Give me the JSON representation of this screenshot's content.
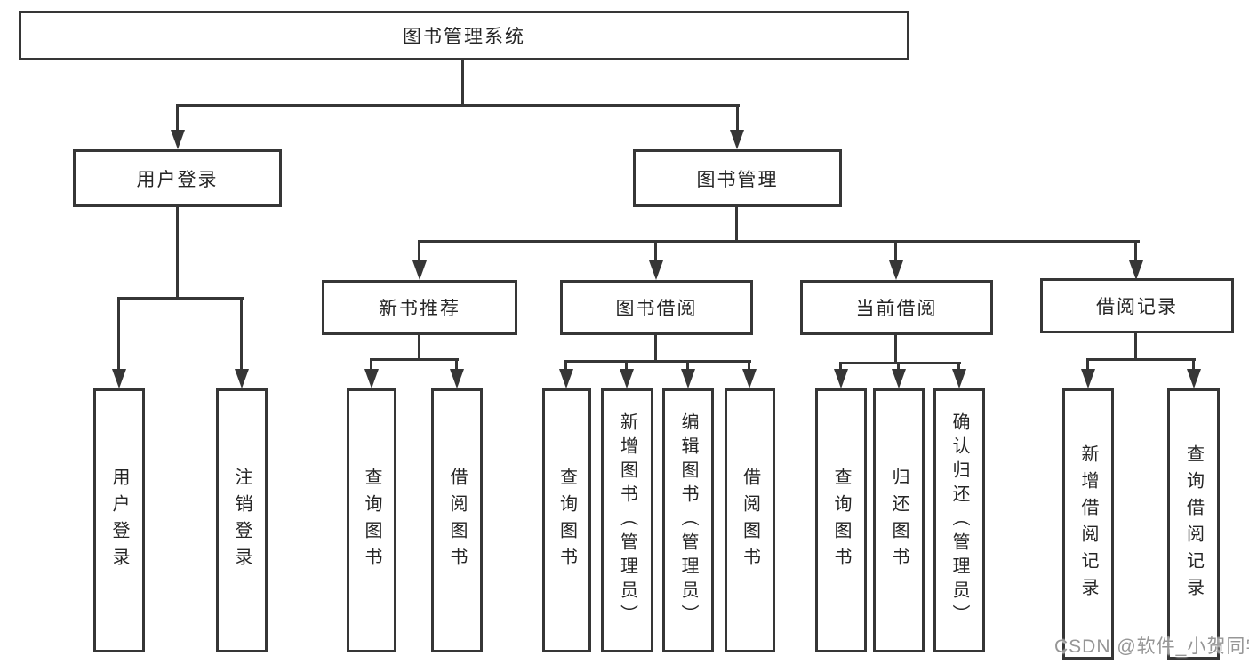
{
  "diagram": {
    "title": "图书管理系统",
    "root": {
      "label": "图书管理系统"
    },
    "level1": [
      {
        "label": "用户登录"
      },
      {
        "label": "图书管理"
      }
    ],
    "level2": [
      {
        "label": "新书推荐",
        "parent": "图书管理"
      },
      {
        "label": "图书借阅",
        "parent": "图书管理"
      },
      {
        "label": "当前借阅",
        "parent": "图书管理"
      },
      {
        "label": "借阅记录",
        "parent": "图书管理"
      }
    ],
    "leaves": [
      {
        "label": "用户登录",
        "parent": "用户登录"
      },
      {
        "label": "注销登录",
        "parent": "用户登录"
      },
      {
        "label": "查询图书",
        "parent": "新书推荐"
      },
      {
        "label": "借阅图书",
        "parent": "新书推荐"
      },
      {
        "label": "查询图书",
        "parent": "图书借阅"
      },
      {
        "label": "新增图书（管理员）",
        "parent": "图书借阅"
      },
      {
        "label": "编辑图书（管理员）",
        "parent": "图书借阅"
      },
      {
        "label": "借阅图书",
        "parent": "图书借阅"
      },
      {
        "label": "查询图书",
        "parent": "当前借阅"
      },
      {
        "label": "归还图书",
        "parent": "当前借阅"
      },
      {
        "label": "确认归还（管理员）",
        "parent": "当前借阅"
      },
      {
        "label": "新增借阅记录",
        "parent": "借阅记录"
      },
      {
        "label": "查询借阅记录",
        "parent": "借阅记录"
      }
    ]
  },
  "colors": {
    "line": "#363636",
    "text": "#252525",
    "background": "#ffffff",
    "watermark": "#969696"
  },
  "watermark": {
    "text": "CSDN @软件_小贺同学"
  }
}
